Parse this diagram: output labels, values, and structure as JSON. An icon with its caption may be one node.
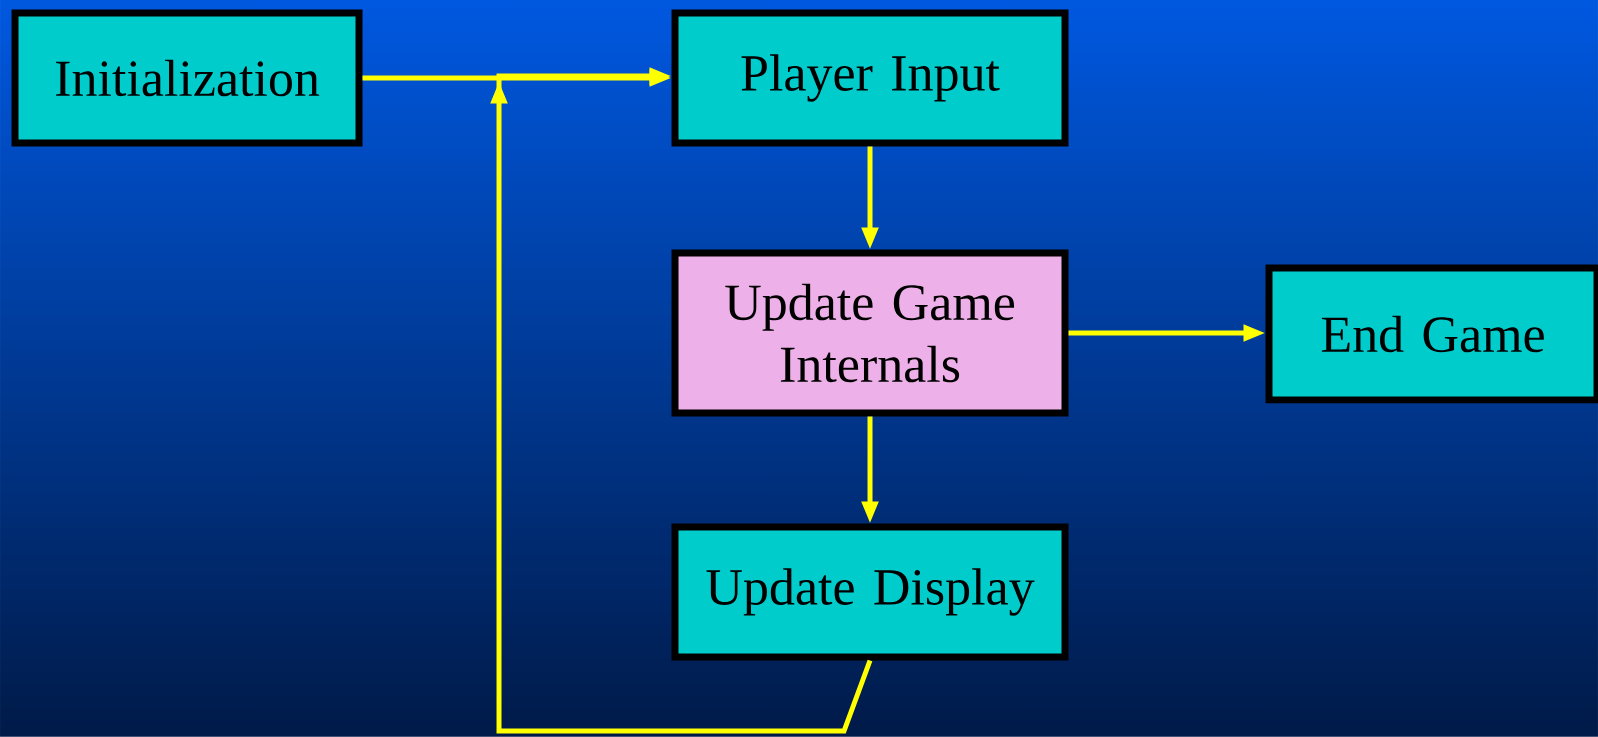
{
  "diagram": {
    "nodes": [
      {
        "text": [
          "Initialization"
        ]
      },
      {
        "text": [
          "Player Input"
        ]
      },
      {
        "text": [
          "Update Game Internals"
        ]
      },
      {
        "text": [
          "End Game"
        ]
      },
      {
        "text": [
          "Update Display"
        ]
      }
    ],
    "edges": [
      {
        "from": 0,
        "to": 1,
        "arrow": "to"
      },
      {
        "from": 1,
        "to": 2,
        "arrow": "to"
      },
      {
        "from": 2,
        "to": 3,
        "arrow": "to"
      },
      {
        "from": 2,
        "to": 4,
        "arrow": "to"
      },
      {
        "from": 4,
        "to": 1,
        "arrow": "to"
      }
    ]
  }
}
